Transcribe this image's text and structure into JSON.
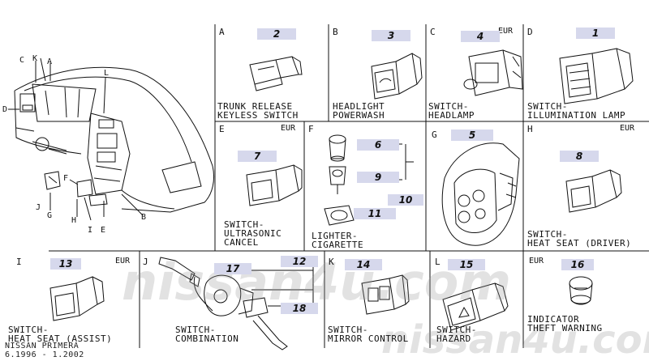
{
  "cells": {
    "A": {
      "letter": "A",
      "num": "2",
      "label": "TRUNK RELEASE\nKEYLESS SWITCH",
      "tag": ""
    },
    "B": {
      "letter": "B",
      "num": "3",
      "label": "HEADLIGHT\nPOWERWASH",
      "tag": ""
    },
    "C": {
      "letter": "C",
      "num": "4",
      "label": "SWITCH-\nHEADLAMP",
      "tag": "EUR"
    },
    "D": {
      "letter": "D",
      "num": "1",
      "label": "SWITCH-\nILLUMINATION LAMP",
      "tag": ""
    },
    "E": {
      "letter": "E",
      "num": "7",
      "label": "SWITCH-\nULTRASONIC\nCANCEL",
      "tag": "EUR"
    },
    "F": {
      "letter": "F",
      "nums": [
        "6",
        "9",
        "10",
        "11"
      ],
      "label": "LIGHTER-\nCIGARETTE",
      "tag": ""
    },
    "G": {
      "letter": "G",
      "num": "5",
      "label": "",
      "tag": ""
    },
    "H": {
      "letter": "H",
      "num": "8",
      "label": "SWITCH-\nHEAT SEAT (DRIVER)",
      "tag": "EUR"
    },
    "I": {
      "letter": "I",
      "num": "13",
      "label": "SWITCH-\nHEAT SEAT (ASSIST)",
      "tag": "EUR"
    },
    "J": {
      "letter": "J",
      "nums": [
        "17",
        "12",
        "18"
      ],
      "label": "SWITCH-\nCOMBINATION",
      "tag": ""
    },
    "K": {
      "letter": "K",
      "num": "14",
      "label": "SWITCH-\nMIRROR CONTROL",
      "tag": ""
    },
    "L": {
      "letter": "L",
      "num": "15",
      "label": "SWITCH-\nHAZARD",
      "tag": ""
    },
    "M": {
      "letter": "",
      "num": "16",
      "label": "INDICATOR\nTHEFT WARNING",
      "tag": "EUR"
    }
  },
  "dash_letters": [
    "C",
    "K",
    "A",
    "D",
    "L",
    "F",
    "J",
    "G",
    "H",
    "I",
    "E",
    "B"
  ],
  "footer": {
    "model": "NISSAN PRIMERA",
    "dates": "6.1996 - 1.2002"
  },
  "watermark": "nissan4u.com",
  "colors": {
    "badge_bg": "#d6d8ec",
    "line": "#111111"
  }
}
